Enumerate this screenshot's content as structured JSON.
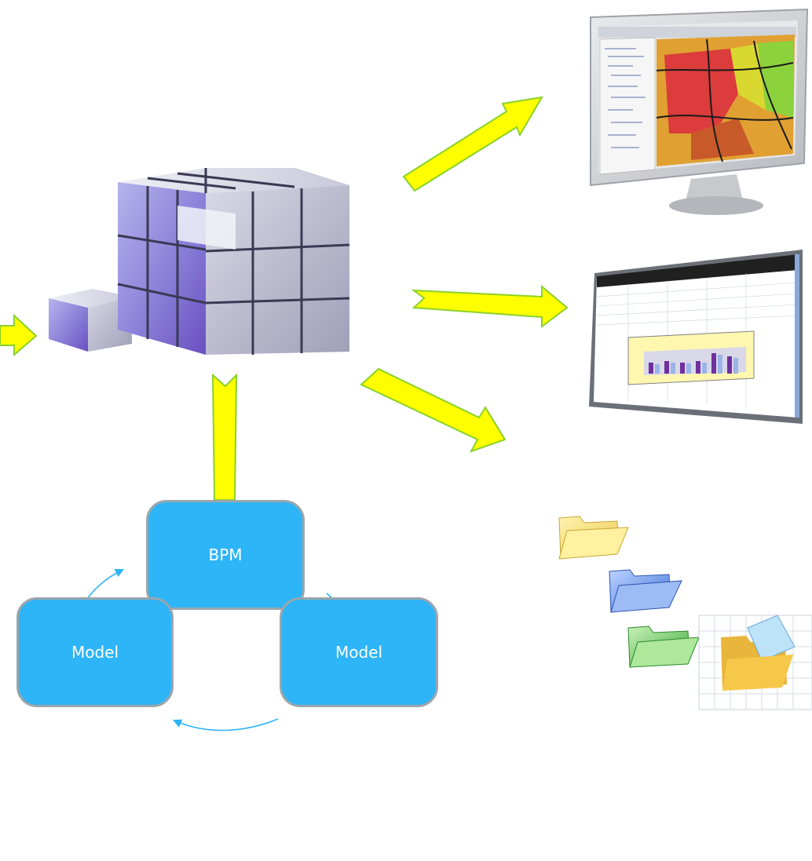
{
  "diagram": {
    "nodes": {
      "bpm": "BPM",
      "model_left": "Model",
      "model_right": "Model"
    },
    "colors": {
      "node_fill": "#2db5f8",
      "node_border": "#9aa6ad",
      "arrow_fill": "#ffff00",
      "arrow_stroke": "#8ad12a",
      "cycle_arrow": "#2db5f8"
    }
  },
  "icons": {
    "cube": "data-cube-icon",
    "map_monitor": "gis-map-monitor-icon",
    "spreadsheet": "spreadsheet-chart-icon",
    "folders": [
      "yellow-folder-icon",
      "blue-folder-icon",
      "green-folder-icon",
      "open-folder-document-icon"
    ]
  }
}
